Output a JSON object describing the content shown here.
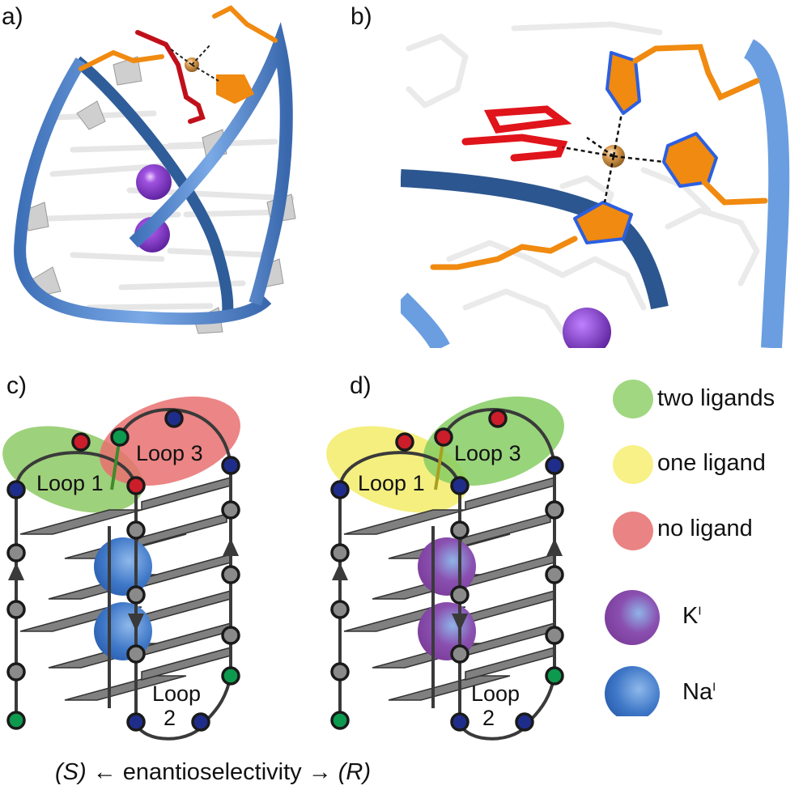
{
  "panels": {
    "a": {
      "label": "a)"
    },
    "b": {
      "label": "b)"
    },
    "c": {
      "label": "c)",
      "loop1": "Loop 1",
      "loop3": "Loop 3",
      "loop2_a": "Loop",
      "loop2_b": "2"
    },
    "d": {
      "label": "d)",
      "loop1": "Loop 1",
      "loop3": "Loop 3",
      "loop2_a": "Loop",
      "loop2_b": "2"
    }
  },
  "legend": {
    "items": [
      {
        "label": "two ligands",
        "color": "#8fd06a"
      },
      {
        "label": "one ligand",
        "color": "#f6f07a"
      },
      {
        "label": "no ligand",
        "color": "#e97c7c"
      }
    ],
    "ions": [
      {
        "symbol": "K",
        "charge": "I",
        "color": "#8a3fa0"
      },
      {
        "symbol": "Na",
        "charge": "I",
        "color": "#3a72c4"
      }
    ]
  },
  "caption": {
    "left": "(S)",
    "left_arrow": "←",
    "middle": "enantioselectivity",
    "right_arrow": "→",
    "right": "(R)"
  },
  "colors": {
    "ribbon": "#5b8fd6",
    "ribbon_dark": "#2f5d9a",
    "copper": "#d99a4e",
    "ligand_red": "#e0141b",
    "orange": "#f08a10",
    "nitrogen": "#2c5fe0",
    "potassium": "#8a3fc8",
    "base_gray": "#d8d8d8",
    "node_green": "#0d9a4e",
    "node_blue": "#1f2d8a",
    "node_red": "#cc1d2a",
    "tetrad_gray": "#808080"
  }
}
